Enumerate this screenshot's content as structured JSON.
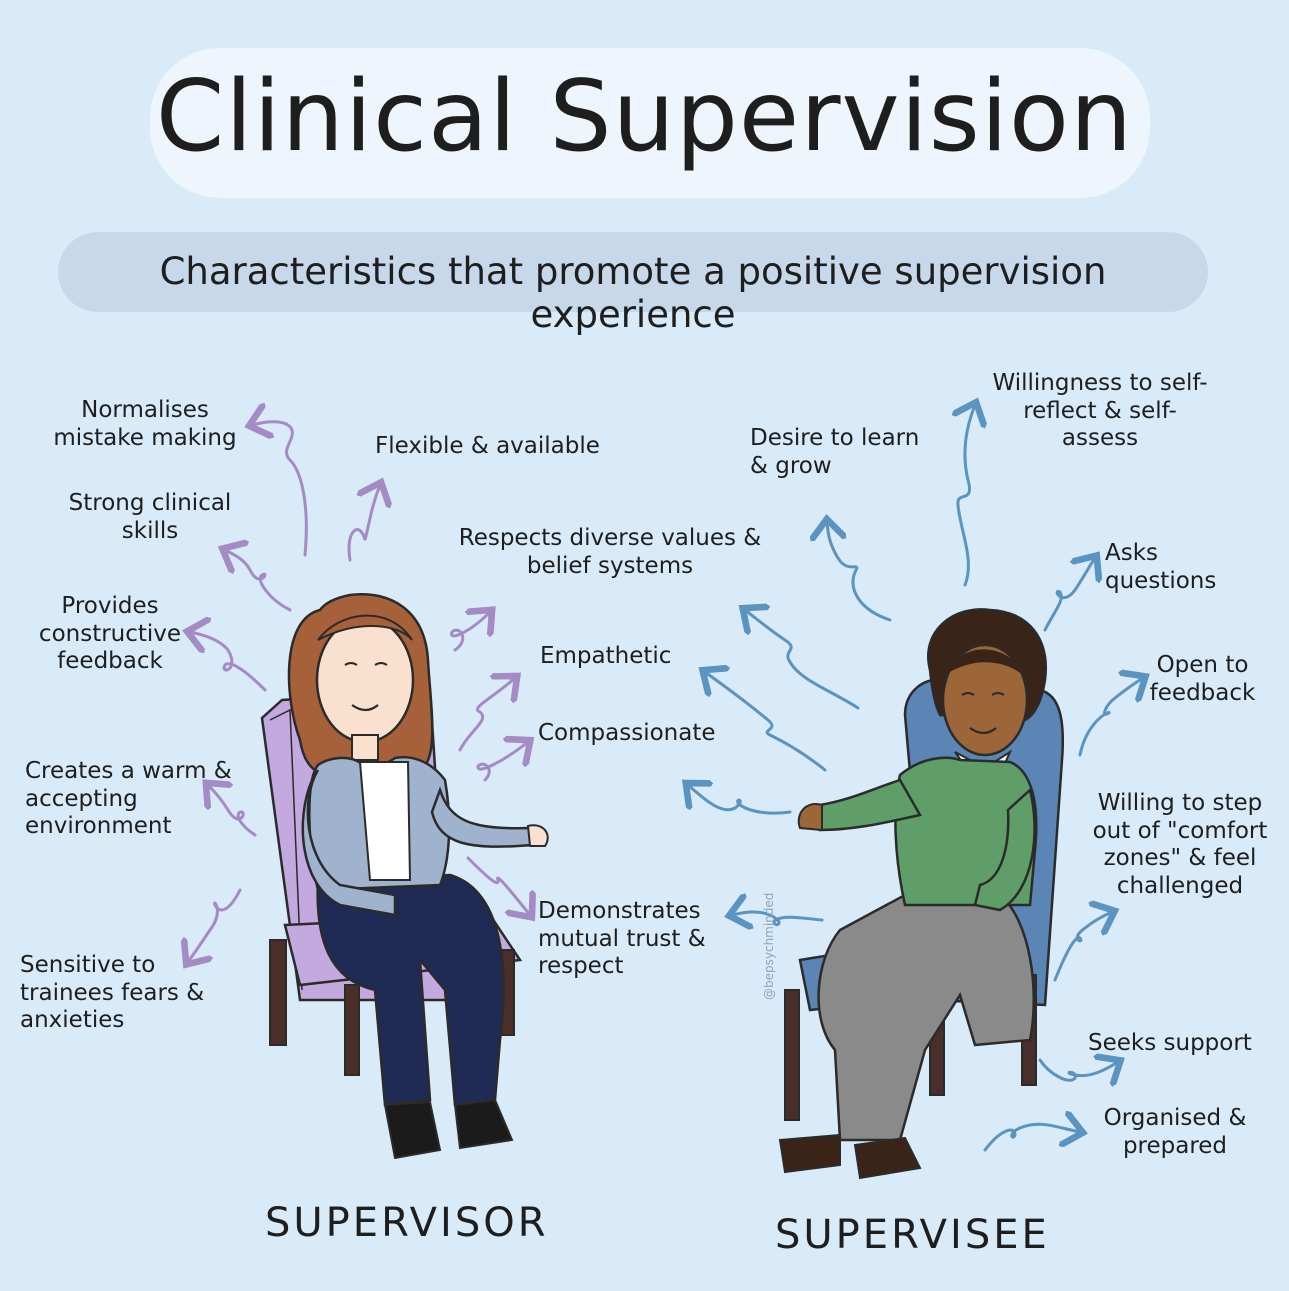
{
  "title": "Clinical Supervision",
  "subtitle": "Characteristics that promote a positive supervision experience",
  "roles": {
    "supervisor": "SUPERVISOR",
    "supervisee": "SUPERVISEE"
  },
  "supervisor_traits": [
    "Normalises mistake making",
    "Strong clinical skills",
    "Provides constructive feedback",
    "Creates a warm & accepting environment",
    "Sensitive to trainees fears & anxieties",
    "Flexible & available"
  ],
  "shared_traits": [
    "Respects diverse values & belief systems",
    "Empathetic",
    "Compassionate",
    "Demonstrates mutual trust & respect"
  ],
  "supervisee_traits": [
    "Desire to learn & grow",
    "Willingness to self-reflect & self-assess",
    "Asks questions",
    "Open to feedback",
    "Willing to step out of \"comfort zones\" & feel challenged",
    "Seeks support",
    "Organised & prepared"
  ],
  "watermark": "@bepsychminded",
  "colors": {
    "background": "#d9eaf8",
    "supervisor_arrow": "#a48bc4",
    "supervisee_arrow": "#5b93c1",
    "supervisor_chair": "#c4a8e0",
    "supervisee_chair": "#5a85b5",
    "supervisee_sweater": "#5f9e68",
    "supervisor_cardigan": "#9fb3cf",
    "supervisor_trousers": "#1f2a55"
  }
}
